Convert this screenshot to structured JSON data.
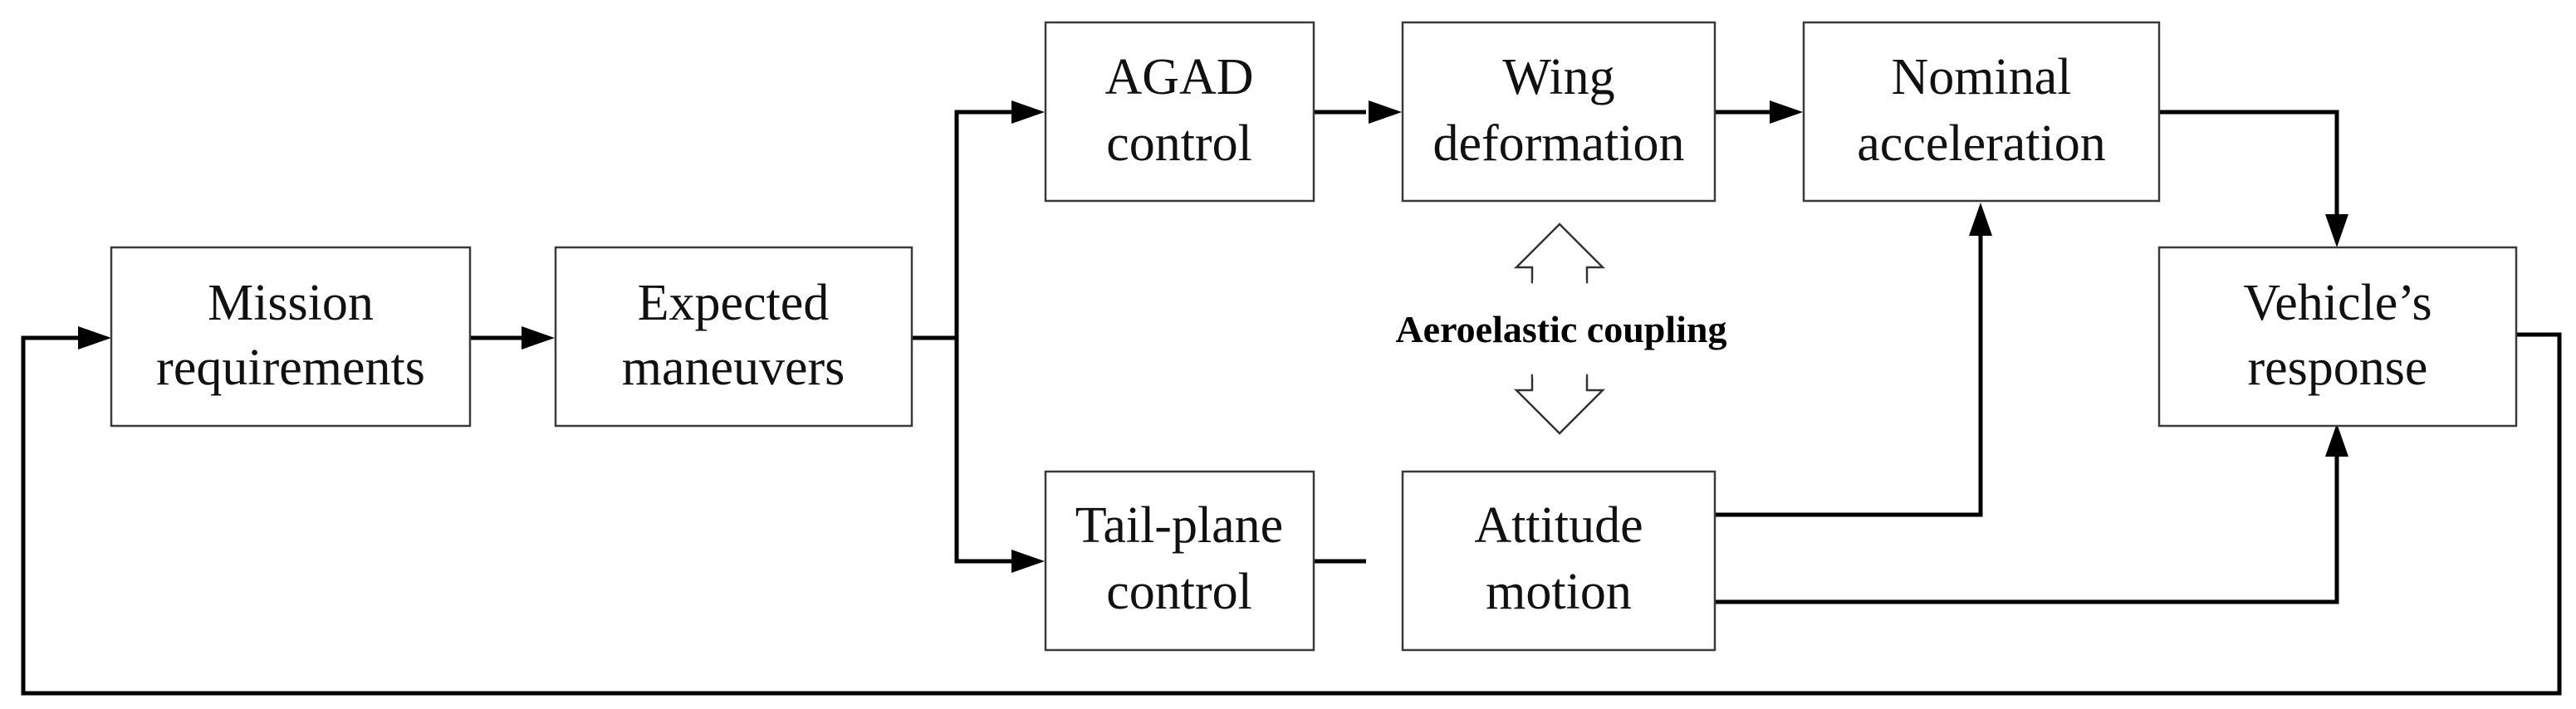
{
  "blocks": {
    "mission": [
      "Mission",
      "requirements"
    ],
    "expected": [
      "Expected",
      "maneuvers"
    ],
    "agad": [
      "AGAD",
      "control"
    ],
    "wing": [
      "Wing",
      "deformation"
    ],
    "nominal": [
      "Nominal",
      "acceleration"
    ],
    "vehicle": [
      "Vehicle’s",
      "response"
    ],
    "tail": [
      "Tail-plane",
      "control"
    ],
    "attitude": [
      "Attitude",
      "motion"
    ]
  },
  "coupling_label": "Aeroelastic coupling"
}
